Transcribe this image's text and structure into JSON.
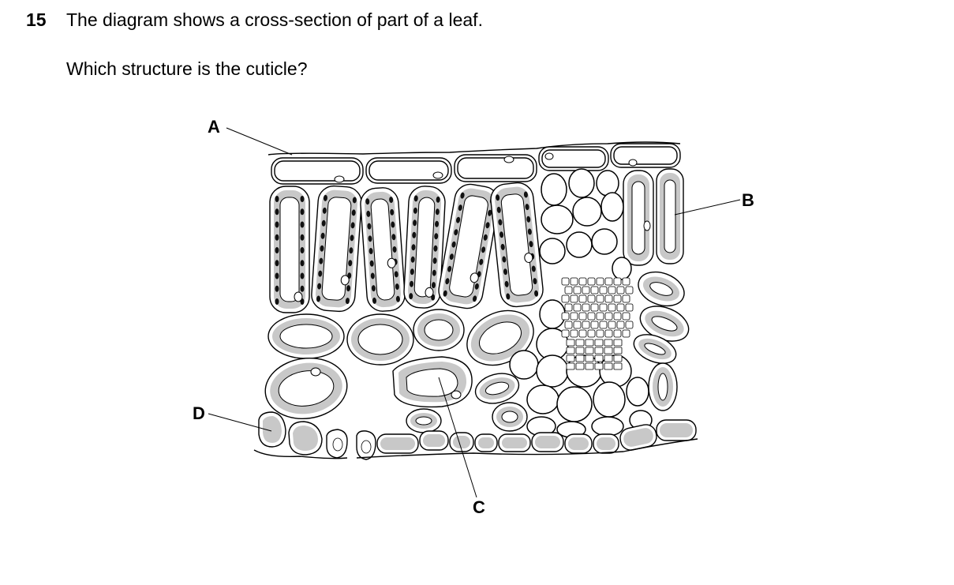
{
  "question": {
    "number": "15",
    "text": "The diagram shows a cross-section of part of a leaf.",
    "prompt": "Which structure is the cuticle?"
  },
  "diagram": {
    "labels": {
      "a": "A",
      "b": "B",
      "c": "C",
      "d": "D"
    }
  }
}
